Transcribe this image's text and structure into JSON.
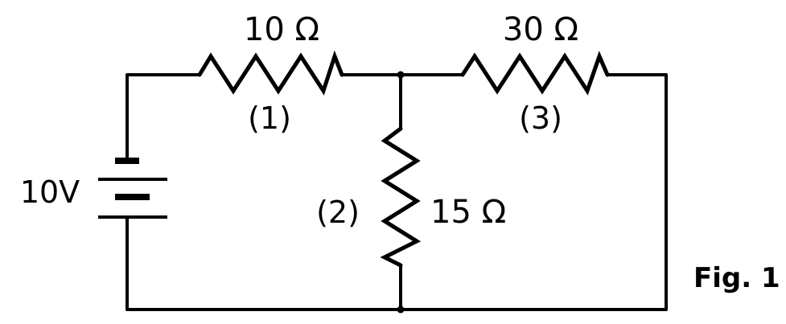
{
  "diagram": {
    "source": {
      "label": "10V"
    },
    "resistors": [
      {
        "value": "10 Ω",
        "index": "(1)"
      },
      {
        "value": "15 Ω",
        "index": "(2)"
      },
      {
        "value": "30 Ω",
        "index": "(3)"
      }
    ],
    "caption": "Fig. 1"
  }
}
